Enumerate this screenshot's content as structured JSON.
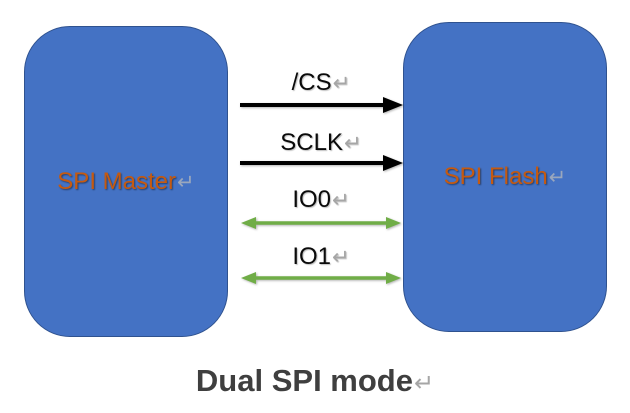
{
  "diagram": {
    "caption": "Dual SPI mode",
    "return_mark": "↵",
    "nodes": [
      {
        "id": "spi-master",
        "label": "SPI Master"
      },
      {
        "id": "spi-flash",
        "label": "SPI Flash"
      }
    ],
    "signals": [
      {
        "label": "/CS",
        "direction": "master-to-flash",
        "color": "#000000"
      },
      {
        "label": "SCLK",
        "direction": "master-to-flash",
        "color": "#000000"
      },
      {
        "label": "IO0",
        "direction": "bidirectional",
        "color": "#70AD47"
      },
      {
        "label": "IO1",
        "direction": "bidirectional",
        "color": "#70AD47"
      }
    ],
    "colors": {
      "node_fill": "#4472C4",
      "node_border": "#2F528F",
      "node_label_text": "#C55A11",
      "signal_label_text": "#000000",
      "unidirectional_arrow": "#000000",
      "bidirectional_arrow": "#70AD47",
      "caption_text": "#3F3F3F",
      "return_mark": "#A6A6A6"
    }
  }
}
